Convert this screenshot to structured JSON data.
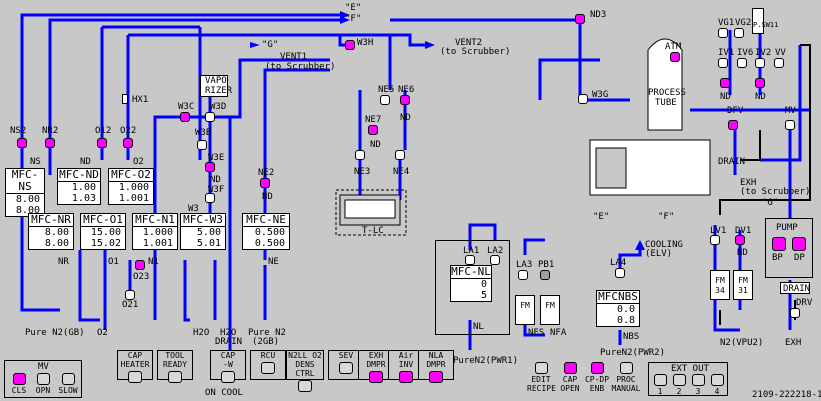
{
  "mfcs": {
    "ns": {
      "title": "MFC-NS",
      "v1": "8.00",
      "v2": "8.00"
    },
    "nd": {
      "title": "MFC-ND",
      "v1": "1.00",
      "v2": "1.03"
    },
    "o2": {
      "title": "MFC-O2",
      "v1": "1.000",
      "v2": "1.001"
    },
    "nr": {
      "title": "MFC-NR",
      "v1": "8.00",
      "v2": "8.00"
    },
    "o1": {
      "title": "MFC-O1",
      "v1": "15.00",
      "v2": "15.02"
    },
    "n1": {
      "title": "MFC-N1",
      "v1": "1.000",
      "v2": "1.001"
    },
    "w3": {
      "title": "MFC-W3",
      "v1": "5.00",
      "v2": "5.01"
    },
    "ne": {
      "title": "MFC-NE",
      "v1": "0.500",
      "v2": "0.500"
    },
    "nl": {
      "title": "MFC-NL",
      "v1": "0",
      "v2": "5"
    },
    "nbs": {
      "title": "MFCNBS",
      "v1": "0.0",
      "v2": "0.8"
    }
  },
  "labels": {
    "e_top": "\"E\"",
    "f_top": "\"F\"",
    "g_mid": "\"G\"",
    "g_right": "\"G\"",
    "nd3": "ND3",
    "w3h": "W3H",
    "vent1": "VENT1",
    "vent1_sub": "(to Scrubber)",
    "vent2": "VENT2",
    "vent2_sub": "(to Scrubber)",
    "vapo": "VAPO",
    "rizer": "RIZER",
    "hx1": "HX1",
    "w3c": "W3C",
    "w3d": "W3D",
    "w3b": "W3B",
    "w3e": "W3E",
    "w3f": "W3F",
    "w3": "W3",
    "nd_w3": "ND",
    "ns2": "NS2",
    "nr2": "NR2",
    "o12": "O12",
    "o22": "O22",
    "ns": "NS",
    "nd": "ND",
    "o1": "O1",
    "o2": "O2",
    "nr": "NR",
    "n1": "N1",
    "o23": "O23",
    "o21": "O21",
    "ne2": "NE2",
    "nd_ne": "ND",
    "ne": "NE",
    "ne5": "NE5",
    "ne6": "NE6",
    "ne7": "NE7",
    "nd_ne6": "ND",
    "nd_ne7": "ND",
    "ne3": "NE3",
    "ne4": "NE4",
    "tlc": "T-LC",
    "atm": "ATM",
    "process": "PROCESS",
    "tube": "TUBE",
    "w3g": "W3G",
    "vg1": "VG1",
    "vg2": "VG2",
    "psw11": "P.SW11",
    "iv1": "IV1",
    "iv6": "IV6",
    "iv2": "IV2",
    "vv": "VV",
    "nd_iv1": "ND",
    "nd_iv2": "ND",
    "dfv": "DFV",
    "mv_tube": "MV",
    "drain": "DRAIN",
    "exh": "EXH",
    "exh_sub": "(to Scrubber)",
    "e_bot": "\"E\"",
    "f_bot": "\"F\"",
    "pure_n2_gb": "Pure N2(GB)",
    "o2_bottom": "O2",
    "h2o": "H2O",
    "h2o_drain": "H2O",
    "drain2": "DRAIN",
    "pure_n2_2gb": "Pure N2",
    "n2_2gb": "(2GB)",
    "la1": "LA1",
    "la2": "LA2",
    "la3": "LA3",
    "pb1": "PB1",
    "fm1": "FM",
    "fm2": "FM",
    "nl": "NL",
    "nfs": "NFS",
    "nfa": "NFA",
    "pure_n2_pwr1": "PureN2(PWR1)",
    "la4": "LA4",
    "cooling": "COOLING",
    "cooling_sub": "(ELV)",
    "nbs": "NBS",
    "pure_n2_pwr2": "PureN2(PWR2)",
    "lv1": "LV1",
    "dv1": "DV1",
    "nd_dv1": "ND",
    "fm34": "FM",
    "fm34n": "34",
    "fm31": "FM",
    "fm31n": "31",
    "pump": "PUMP",
    "bp": "BP",
    "dp": "DP",
    "drain_pump": "DRAIN",
    "drv": "DRV",
    "n2_vpu2": "N2(VPU2)",
    "exh_bot": "EXH",
    "code": "2109-222218-11"
  },
  "controls": {
    "mv_title": "MV",
    "cls": "CLS",
    "opn": "OPN",
    "slow": "SLOW",
    "cap_heater_1": "CAP",
    "cap_heater_2": "HEATER",
    "tool_ready_1": "TOOL",
    "tool_ready_2": "READY",
    "cap_w_1": "CAP",
    "cap_w_2": "-W",
    "on_cool": "ON COOL",
    "rcu": "RCU",
    "n2ll_1": "N2LL O2",
    "n2ll_2": "DENS CTRL",
    "sev": "SEV",
    "exh_dmpr_1": "EXH",
    "exh_dmpr_2": "DMPR",
    "air_inv_1": "Air",
    "air_inv_2": "INV",
    "nla_dmpr_1": "NLA",
    "nla_dmpr_2": "DMPR",
    "edit_1": "EDIT",
    "edit_2": "RECIPE",
    "cap_open_1": "CAP",
    "cap_open_2": "OPEN",
    "cpdp_1": "CP-DP",
    "cpdp_2": "ENB",
    "proc_1": "PROC",
    "proc_2": "MANUAL",
    "ext_out": "EXT  OUT",
    "e1": "1",
    "e2": "2",
    "e3": "3",
    "e4": "4"
  },
  "colors": {
    "pipe": "#0000ff",
    "active": "#ff00ff",
    "bg": "#c8c8c8"
  }
}
